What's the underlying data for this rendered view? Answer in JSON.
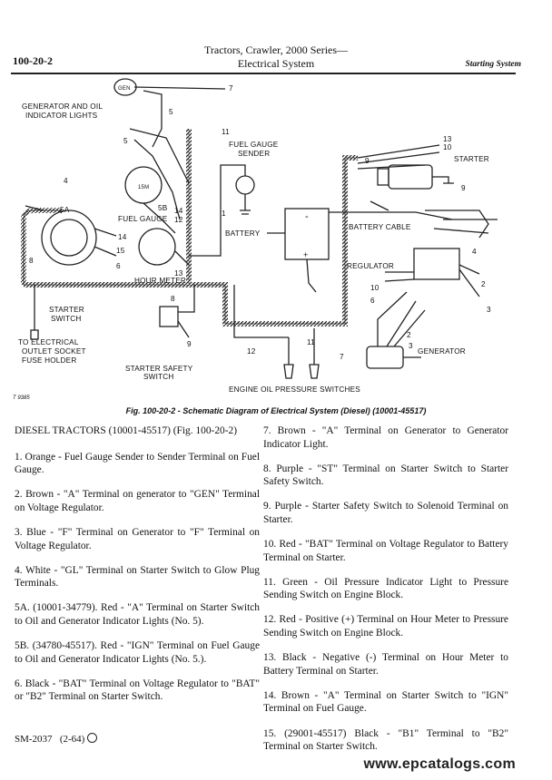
{
  "header": {
    "page_number": "100-20-2",
    "title_line1": "Tractors, Crawler, 2000 Series—",
    "title_line2": "Electrical System",
    "section": "Starting System"
  },
  "diagram": {
    "labels": {
      "gen_oil_lights": [
        "GENERATOR AND OIL",
        "INDICATOR LIGHTS"
      ],
      "fuel_gauge_sender": [
        "FUEL GAUGE",
        "SENDER"
      ],
      "starter": "STARTER",
      "fuel_gauge": "FUEL GAUGE",
      "battery": "BATTERY",
      "battery_cable": "BATTERY CABLE",
      "regulator": "REGULATOR",
      "hour_meter": "HOUR METER",
      "starter_switch": [
        "STARTER",
        "SWITCH"
      ],
      "outlet_socket": [
        "TO ELECTRICAL",
        "OUTLET SOCKET",
        "FUSE HOLDER"
      ],
      "starter_safety_switch": [
        "STARTER SAFETY",
        "SWITCH"
      ],
      "generator": "GENERATOR",
      "pressure_switches": "ENGINE OIL PRESSURE SWITCHES",
      "gen_gauge_text": "GEN",
      "gauge_dial_text": "15M",
      "battery_neg": "-",
      "battery_pos": "+"
    },
    "numbers": [
      "7",
      "5",
      "11",
      "5",
      "4",
      "5A",
      "14",
      "15",
      "6",
      "8",
      "5B",
      "14",
      "12",
      "1",
      "13",
      "13",
      "10",
      "9",
      "9",
      "3",
      "2",
      "4",
      "10",
      "6",
      "2",
      "3",
      "8",
      "9",
      "12",
      "11",
      "7",
      "3",
      "2"
    ],
    "figure_id": "T 9385"
  },
  "caption": "Fig. 100-20-2 - Schematic Diagram of Electrical System (Diesel) (10001-45517)",
  "left_column": [
    "DIESEL TRACTORS (10001-45517) (Fig. 100-20-2)",
    "1. Orange - Fuel Gauge Sender to Sender Terminal on Fuel Gauge.",
    "2. Brown - \"A\" Terminal on generator to \"GEN\" Terminal on Voltage Regulator.",
    "3. Blue - \"F\" Terminal on Generator to \"F\" Terminal on Voltage Regulator.",
    "4. White - \"GL\" Terminal on Starter Switch to Glow Plug Terminals.",
    "5A. (10001-34779). Red - \"A\" Terminal on Starter Switch to Oil and Generator Indicator Lights (No. 5).",
    "5B. (34780-45517). Red - \"IGN\" Terminal on Fuel Gauge to Oil and Generator Indicator Lights (No. 5.).",
    "6. Black - \"BAT\" Terminal on Voltage Regulator to \"BAT\" or \"B2\" Terminal on Starter Switch."
  ],
  "right_column": [
    "7. Brown - \"A\" Terminal on Generator to Generator Indicator Light.",
    "8. Purple - \"ST\" Terminal on Starter Switch to Starter Safety Switch.",
    "9. Purple - Starter Safety Switch to Solenoid Terminal on Starter.",
    "10. Red - \"BAT\" Terminal on Voltage Regulator to Battery Terminal on Starter.",
    "11. Green - Oil Pressure Indicator Light to Pressure Sending Switch on Engine Block.",
    "12. Red - Positive (+) Terminal on Hour Meter to Pressure Sending Switch on Engine Block.",
    "13. Black - Negative (-) Terminal on Hour Meter to Battery Terminal on Starter.",
    "14. Brown - \"A\" Terminal on Starter Switch to \"IGN\" Terminal on Fuel Gauge.",
    "15. (29001-45517) Black - \"B1\" Terminal to \"B2\" Terminal on Starter Switch."
  ],
  "footer": {
    "code": "SM-2037",
    "date": "(2-64)"
  },
  "watermark": "www.epcatalogs.com"
}
